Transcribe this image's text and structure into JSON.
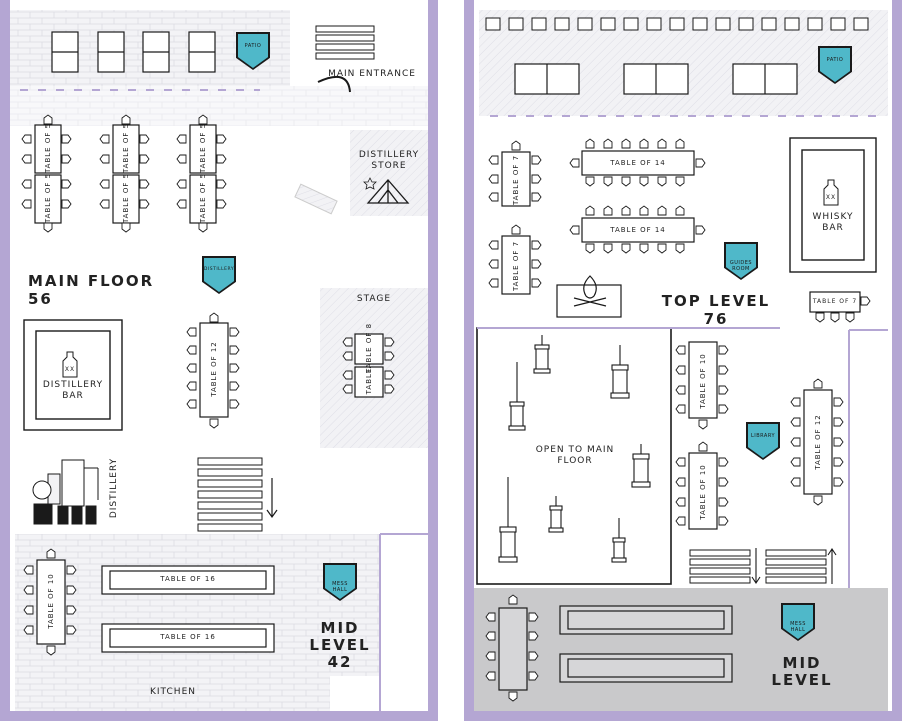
{
  "colors": {
    "border": "#b4a6d3",
    "badge": "#4fb8c9",
    "ink": "#1a1a1a",
    "gray_zone": "#c9c9cb",
    "hatch": "#e6e6ec"
  },
  "left_map": {
    "patio": "PATIO",
    "main_entrance": "MAIN ENTRANCE",
    "distillery_store": [
      "DISTILLERY",
      "STORE"
    ],
    "main_floor": "MAIN FLOOR 56",
    "distillery_badge": "DISTILLERY",
    "stage": "STAGE",
    "distillery_bar": [
      "DISTILLERY",
      "BAR"
    ],
    "bar_bottle": "XX",
    "distillery": "DISTILLERY",
    "table_of_5": "TABLE OF 5",
    "table_of_12": "TABLE OF 12",
    "table_of_8": "TABLE OF 8",
    "table": "TABLE",
    "table_of_10": "TABLE OF 10",
    "table_of_16_a": [
      "TABLE",
      "OF 16"
    ],
    "table_of_16_b": [
      "TABLE",
      "OF 16"
    ],
    "mess_hall": [
      "MESS",
      "HALL"
    ],
    "mid_level": [
      "MID",
      "LEVEL",
      "42"
    ],
    "kitchen": "KITCHEN"
  },
  "right_map": {
    "patio": "PATIO",
    "table_of_7": "TABLE OF 7",
    "table_of_14": "TABLE OF 14",
    "whisky_bar": [
      "WHISKY",
      "BAR"
    ],
    "bar_bottle": "XX",
    "guides_room": [
      "GUIDES",
      "ROOM"
    ],
    "top_level": "TOP LEVEL 76",
    "table_of_7_side": "TABLE OF 7",
    "open_to_main": [
      "OPEN TO MAIN",
      "FLOOR"
    ],
    "table_of_10": "TABLE OF 10",
    "library": "LIBRARY",
    "table_of_12": "TABLE OF 12",
    "mess_hall": [
      "MESS",
      "HALL"
    ],
    "mid_level": [
      "MID",
      "LEVEL"
    ]
  }
}
